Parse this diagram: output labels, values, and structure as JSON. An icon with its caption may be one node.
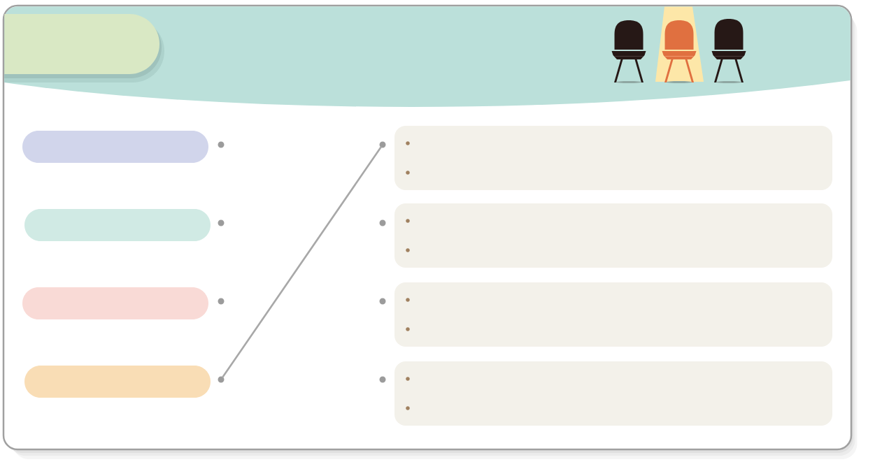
{
  "diagram": {
    "nodes": [
      {
        "text": [],
        "shape": "box"
      },
      {
        "text": [],
        "shape": "box"
      },
      {
        "text": [],
        "shape": "circle"
      },
      {
        "text": [],
        "shape": "circle"
      },
      {
        "text": [],
        "shape": "box"
      },
      {
        "text": [],
        "shape": "box"
      },
      {
        "text": [],
        "shape": "circle"
      },
      {
        "text": [],
        "shape": "circle"
      },
      {
        "text": [],
        "shape": "box"
      },
      {
        "text": [],
        "shape": "box"
      },
      {
        "text": [],
        "shape": "circle"
      },
      {
        "text": [],
        "shape": "circle"
      },
      {
        "text": [],
        "shape": "box"
      },
      {
        "text": [],
        "shape": "box"
      },
      {
        "text": [],
        "shape": "circle"
      },
      {
        "text": [],
        "shape": "circle"
      },
      {
        "text": [],
        "shape": "box"
      }
    ],
    "edges": [
      {
        "from": 14,
        "to": 3,
        "arrow": "none"
      }
    ]
  }
}
